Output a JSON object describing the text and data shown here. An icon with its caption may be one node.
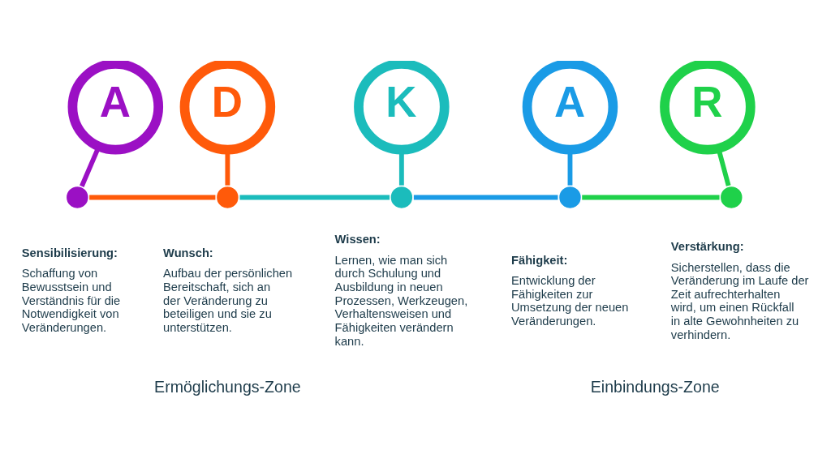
{
  "diagram": {
    "nodes": [
      {
        "text": [
          "A"
        ]
      },
      {
        "text": [
          "D"
        ]
      },
      {
        "text": [
          "K"
        ]
      },
      {
        "text": [
          "A"
        ]
      },
      {
        "text": [
          "R"
        ]
      },
      {
        "text": [],
        "shape": "circle",
        "beside": [
          "Sensibilisierung:",
          "Schaffung von Bewusstsein und Verständnis für die Notwendigkeit von Veränderungen."
        ]
      },
      {
        "text": [],
        "shape": "circle",
        "beside": [
          "Wunsch:",
          "Aufbau der persönlichen Bereitschaft, sich an der Veränderung zu beteiligen und sie zu unterstützen."
        ]
      },
      {
        "text": [],
        "shape": "circle",
        "beside": [
          "Wissen:",
          "Lernen, wie man sich durch Schulung und Ausbildung in neuen Prozessen, Werkzeugen, Verhaltensweisen und Fähigkeiten verändern kann."
        ]
      },
      {
        "text": [],
        "shape": "circle",
        "beside": [
          "Fähigkeit:",
          "Entwicklung der Fähigkeiten zur Umsetzung der neuen Veränderungen."
        ]
      },
      {
        "text": [],
        "shape": "circle",
        "beside": [
          "Verstärkung:",
          "Sicherstellen, dass die Veränderung im Laufe der Zeit aufrechterhalten wird, um einen Rückfall in alte Gewohnheiten zu verhindern."
        ]
      }
    ],
    "edges": [
      {
        "from": 0,
        "to": 5,
        "arrow": "none",
        "color": "#9b10c4"
      },
      {
        "from": 1,
        "to": 6,
        "arrow": "none",
        "color": "#ff5a0a"
      },
      {
        "from": 2,
        "to": 7,
        "arrow": "none",
        "color": "#1bbcbc"
      },
      {
        "from": 3,
        "to": 8,
        "arrow": "none",
        "color": "#1a9be6"
      },
      {
        "from": 4,
        "to": 9,
        "arrow": "none",
        "color": "#1fd14a"
      },
      {
        "from": 5,
        "to": 6,
        "arrow": "none",
        "color": "#ff5a0a"
      },
      {
        "from": 6,
        "to": 7,
        "arrow": "none",
        "color": "#1bbcbc"
      },
      {
        "from": 7,
        "to": 8,
        "arrow": "none",
        "color": "#1a9be6"
      },
      {
        "from": 8,
        "to": 9,
        "arrow": "none",
        "color": "#1fd14a"
      }
    ],
    "labels": [
      "Ermöglichungs-Zone",
      "Einbindungs-Zone"
    ]
  }
}
